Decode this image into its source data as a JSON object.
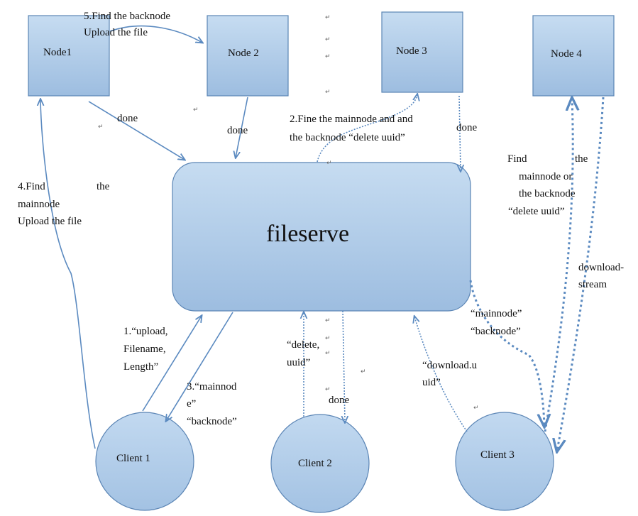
{
  "nodes": {
    "node1": "Node1",
    "node2": "Node 2",
    "node3": "Node 3",
    "node4": "Node 4"
  },
  "server": {
    "label": "fileserve"
  },
  "clients": {
    "client1": "Client 1",
    "client2": "Client 2",
    "client3": "Client 3"
  },
  "labels": {
    "step5_line1": "5.Find the backnode",
    "step5_line2": "Upload the file",
    "done_node1": "done",
    "done_node2": "done",
    "step2_line1": "2.Fine  the  mainnode  and  and",
    "step2_line2": "the backnode “delete uuid”",
    "done_node3": "done",
    "find_word1": "Find",
    "find_word2": "the",
    "find_line2": "mainnode   or",
    "find_line3": "the backnode",
    "find_line4": "“delete uuid”",
    "step4_word1": "4.Find",
    "step4_word2": "the",
    "step4_line2": "mainnode",
    "step4_line3": "Upload the file",
    "dl_stream1": "download-",
    "dl_stream2": "stream",
    "mn_c3": "“mainnode”",
    "bn_c3": "“backnode”",
    "dl_uuid1": "“download.u",
    "dl_uuid2": "uid”",
    "step1_line1": "1.“upload,",
    "step1_line2": "Filename,",
    "step1_line3": "Length”",
    "step3_line1": "3.“mainnod",
    "step3_line2": "e”",
    "step3_line3": "“backnode”",
    "del_c2_1": "“delete,",
    "del_c2_2": "uuid”",
    "done_c2": "done"
  },
  "colors": {
    "box_fill_top": "#c6dcf1",
    "box_fill_bottom": "#9dbde0",
    "box_stroke": "#5b85b5",
    "arrow": "#5b8ac0"
  }
}
